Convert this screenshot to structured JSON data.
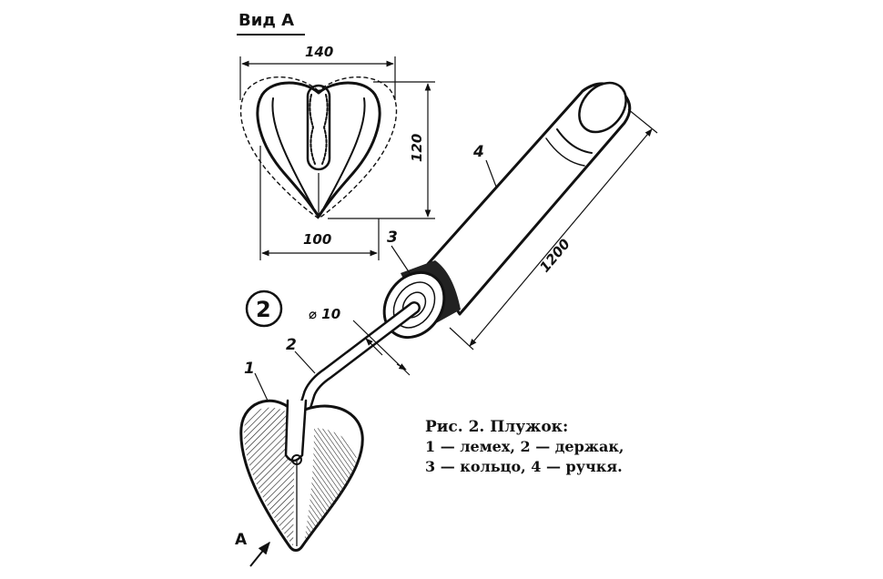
{
  "view_title": "Вид А",
  "dimensions": {
    "width_top": "140",
    "height": "120",
    "width_bottom": "100",
    "rod_diameter": "⌀ 10",
    "length": "1200"
  },
  "figure_number": "2",
  "part_labels": [
    "1",
    "2",
    "3",
    "4"
  ],
  "arrow_label": "А",
  "caption": {
    "title": "Рис. 2. Плужок:",
    "line1": "1 — лемех, 2 — держак,",
    "line2": "3 — кольцо, 4 — ручкя."
  }
}
